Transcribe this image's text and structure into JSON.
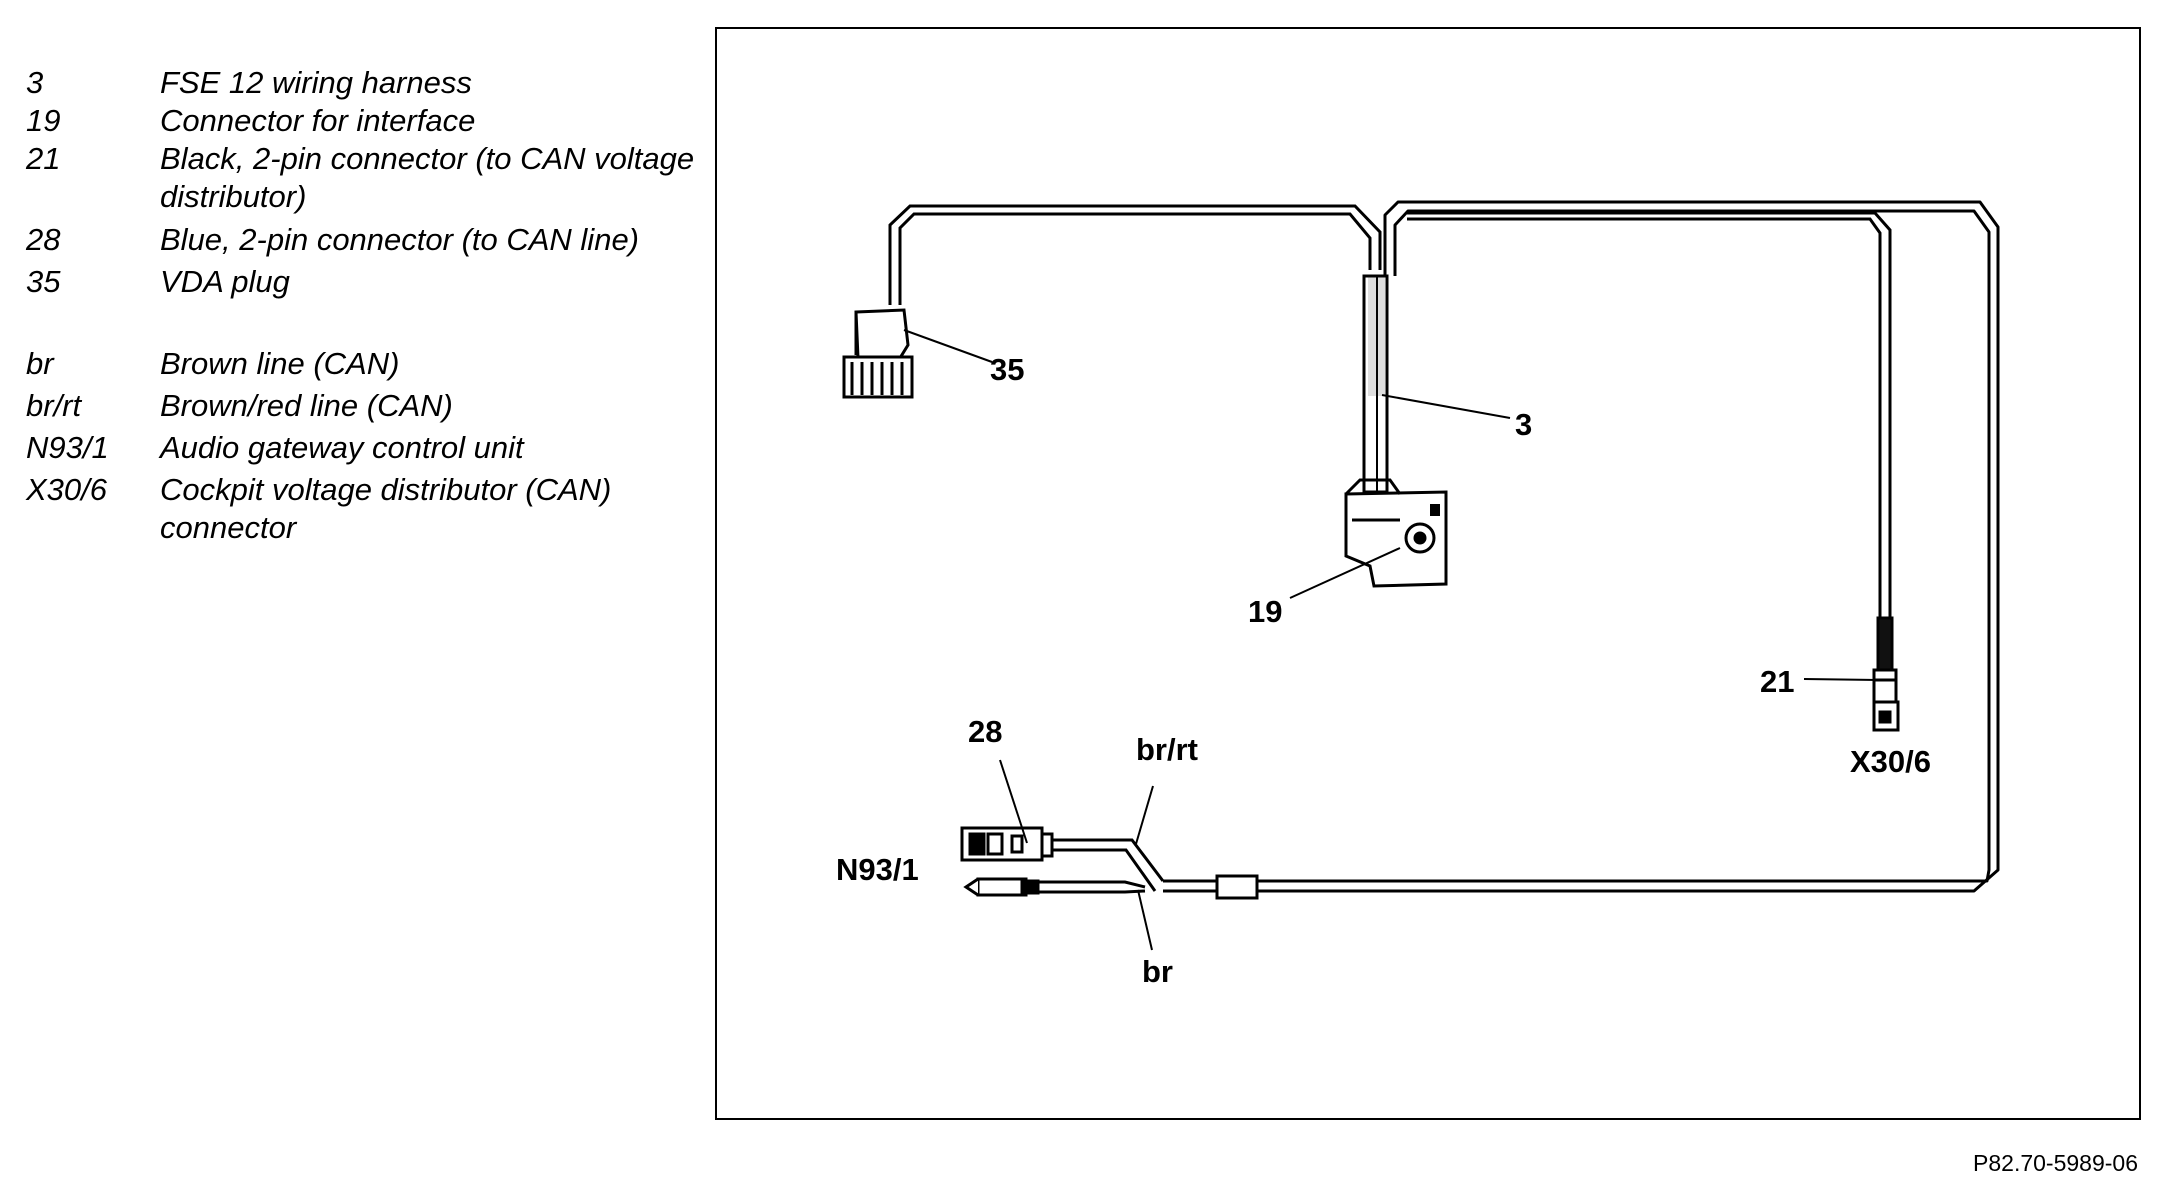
{
  "legend": {
    "parts": [
      {
        "key": "3",
        "text": "FSE 12 wiring harness"
      },
      {
        "key": "19",
        "text": "Connector for interface"
      },
      {
        "key": "21",
        "text": "Black, 2-pin connector (to CAN voltage distributor)"
      },
      {
        "key": "28",
        "text": "Blue, 2-pin connector (to CAN line)"
      },
      {
        "key": "35",
        "text": "VDA plug"
      }
    ],
    "lines": [
      {
        "key": "br",
        "text": "Brown line (CAN)"
      },
      {
        "key": "br/rt",
        "text": "Brown/red line (CAN)"
      },
      {
        "key": "N93/1",
        "text": "Audio gateway control unit"
      },
      {
        "key": "X30/6",
        "text": "Cockpit voltage distributor (CAN) connector"
      }
    ]
  },
  "diagram": {
    "callouts": {
      "c35": "35",
      "c3": "3",
      "c19": "19",
      "c21": "21",
      "x30_6": "X30/6",
      "c28": "28",
      "br_rt": "br/rt",
      "n93_1": "N93/1",
      "br": "br"
    }
  },
  "doc_ref": "P82.70-5989-06"
}
